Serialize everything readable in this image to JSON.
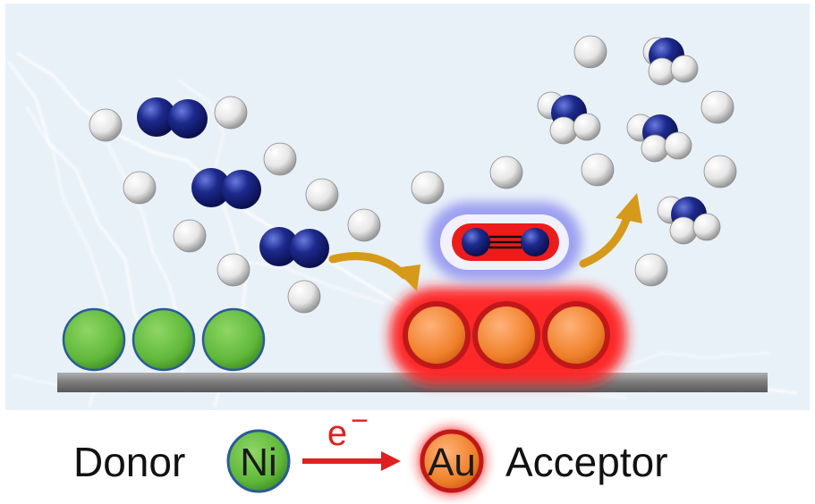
{
  "legend": {
    "donor_label": "Donor",
    "donor_element": "Ni",
    "electron_label": "e",
    "electron_charge": "−",
    "acceptor_element": "Au",
    "acceptor_label": "Acceptor"
  },
  "colors": {
    "background": "#e9f1f8",
    "hydrogen": "#f4f4f4",
    "nitrogen": "#1d2a8c",
    "nickel": "#5fb83a",
    "gold": "#f0802a",
    "glow": "#ff1a1a",
    "arrow_gold": "#d69a1a",
    "electron_arrow": "#e02020",
    "substrate": "#7a7a7a"
  },
  "molecules": {
    "free_n2_count": 3,
    "adsorbed_n2_count": 1,
    "nh3_count": 4
  }
}
